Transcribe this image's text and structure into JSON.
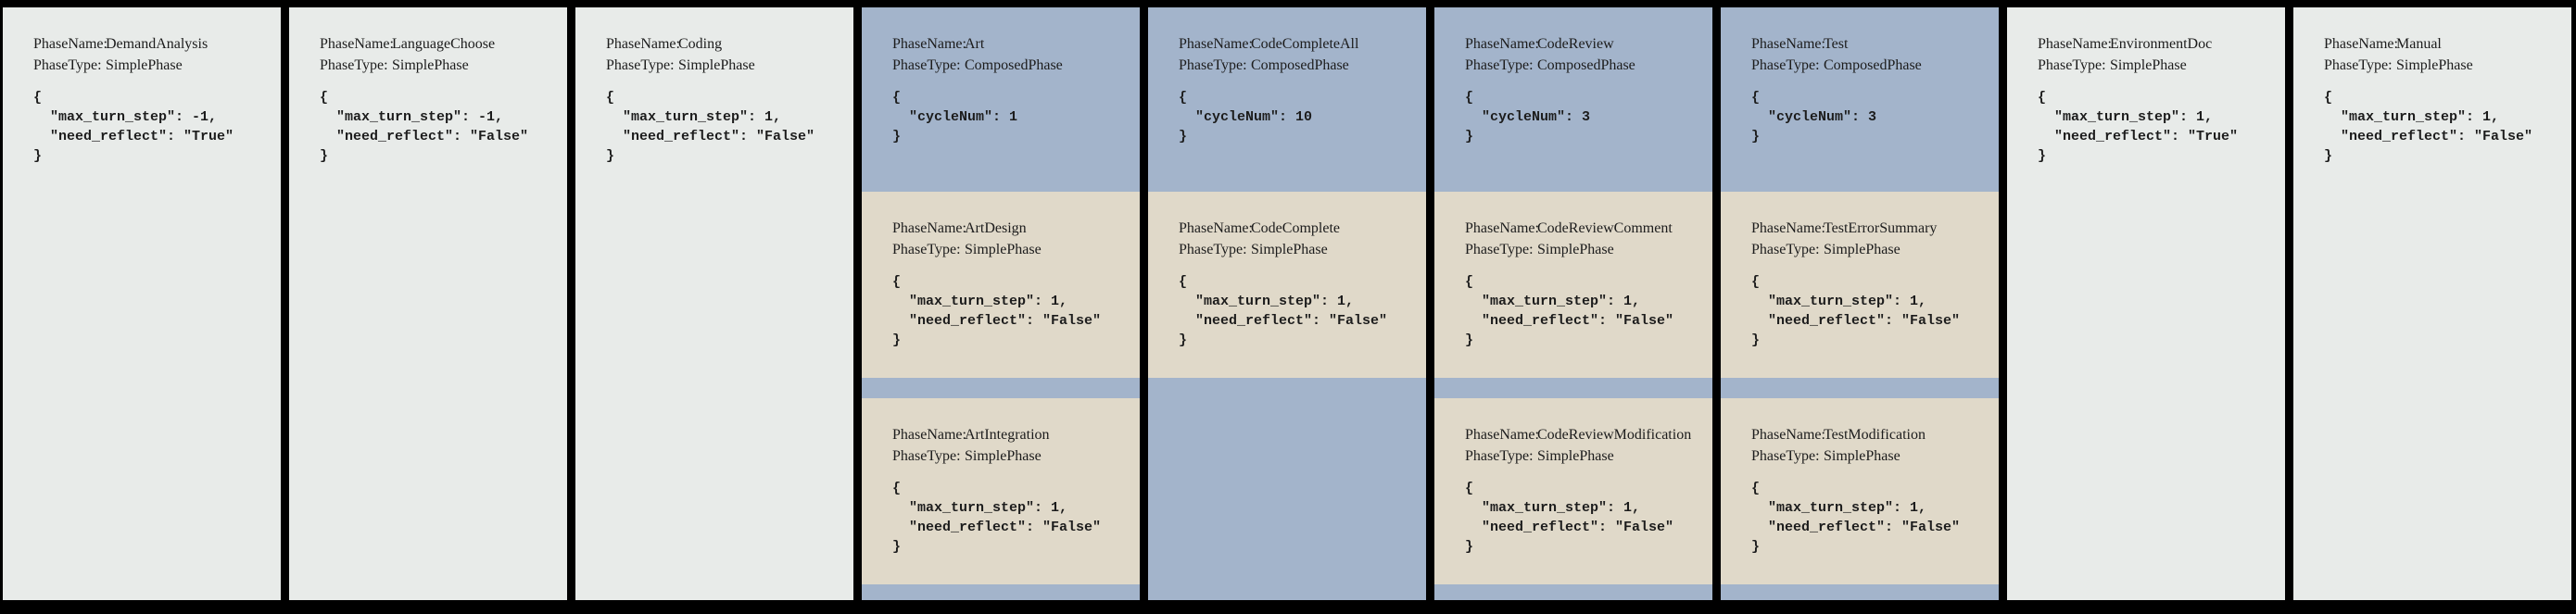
{
  "figure": {
    "background": "#000000",
    "colors": {
      "simple_phase_card": "#e8ebe9",
      "composed_phase_card": "#a3b4cb",
      "subphase_card": "#e0d9c9",
      "text": "#1c1c1c"
    }
  },
  "labels": {
    "phase_name": "PhaseName:",
    "phase_type": "PhaseType:"
  },
  "phases": [
    {
      "name": "DemandAnalysis",
      "type": "SimplePhase",
      "config_lines": [
        "{",
        "  \"max_turn_step\": -1,",
        "  \"need_reflect\": \"True\"",
        "}"
      ]
    },
    {
      "name": "LanguageChoose",
      "type": "SimplePhase",
      "config_lines": [
        "{",
        "  \"max_turn_step\": -1,",
        "  \"need_reflect\": \"False\"",
        "}"
      ]
    },
    {
      "name": "Coding",
      "type": "SimplePhase",
      "config_lines": [
        "{",
        "  \"max_turn_step\": 1,",
        "  \"need_reflect\": \"False\"",
        "}"
      ]
    },
    {
      "name": "Art",
      "type": "ComposedPhase",
      "config_lines": [
        "{",
        "  \"cycleNum\": 1",
        "}"
      ],
      "subphases": [
        {
          "name": "ArtDesign",
          "type": "SimplePhase",
          "config_lines": [
            "{",
            "  \"max_turn_step\": 1,",
            "  \"need_reflect\": \"False\"",
            "}"
          ]
        },
        {
          "name": "ArtIntegration",
          "type": "SimplePhase",
          "config_lines": [
            "{",
            "  \"max_turn_step\": 1,",
            "  \"need_reflect\": \"False\"",
            "}"
          ]
        }
      ]
    },
    {
      "name": "CodeCompleteAll",
      "type": "ComposedPhase",
      "config_lines": [
        "{",
        "  \"cycleNum\": 10",
        "}"
      ],
      "subphases": [
        {
          "name": "CodeComplete",
          "type": "SimplePhase",
          "config_lines": [
            "{",
            "  \"max_turn_step\": 1,",
            "  \"need_reflect\": \"False\"",
            "}"
          ]
        }
      ]
    },
    {
      "name": "CodeReview",
      "type": "ComposedPhase",
      "config_lines": [
        "{",
        "  \"cycleNum\": 3",
        "}"
      ],
      "subphases": [
        {
          "name": "CodeReviewComment",
          "type": "SimplePhase",
          "config_lines": [
            "{",
            "  \"max_turn_step\": 1,",
            "  \"need_reflect\": \"False\"",
            "}"
          ]
        },
        {
          "name": "CodeReviewModification",
          "type": "SimplePhase",
          "config_lines": [
            "{",
            "  \"max_turn_step\": 1,",
            "  \"need_reflect\": \"False\"",
            "}"
          ]
        }
      ]
    },
    {
      "name": "Test",
      "type": "ComposedPhase",
      "config_lines": [
        "{",
        "  \"cycleNum\": 3",
        "}"
      ],
      "subphases": [
        {
          "name": "TestErrorSummary",
          "type": "SimplePhase",
          "config_lines": [
            "{",
            "  \"max_turn_step\": 1,",
            "  \"need_reflect\": \"False\"",
            "}"
          ]
        },
        {
          "name": "TestModification",
          "type": "SimplePhase",
          "config_lines": [
            "{",
            "  \"max_turn_step\": 1,",
            "  \"need_reflect\": \"False\"",
            "}"
          ]
        }
      ]
    },
    {
      "name": "EnvironmentDoc",
      "type": "SimplePhase",
      "config_lines": [
        "{",
        "  \"max_turn_step\": 1,",
        "  \"need_reflect\": \"True\"",
        "}"
      ]
    },
    {
      "name": "Manual",
      "type": "SimplePhase",
      "config_lines": [
        "{",
        "  \"max_turn_step\": 1,",
        "  \"need_reflect\": \"False\"",
        "}"
      ]
    }
  ]
}
